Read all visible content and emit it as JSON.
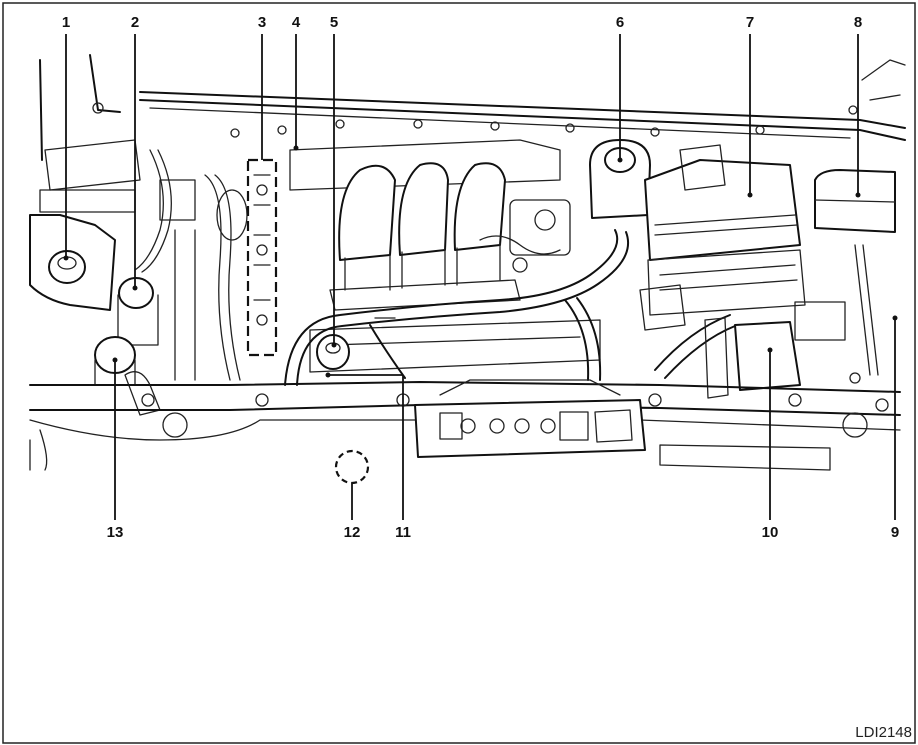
{
  "callouts": {
    "c1": "1",
    "c2": "2",
    "c3": "3",
    "c4": "4",
    "c5": "5",
    "c6": "6",
    "c7": "7",
    "c8": "8",
    "c9": "9",
    "c10": "10",
    "c11": "11",
    "c12": "12",
    "c13": "13"
  },
  "figure_code": "LDI2148",
  "colors": {
    "line": "#111111",
    "background": "#ffffff"
  }
}
